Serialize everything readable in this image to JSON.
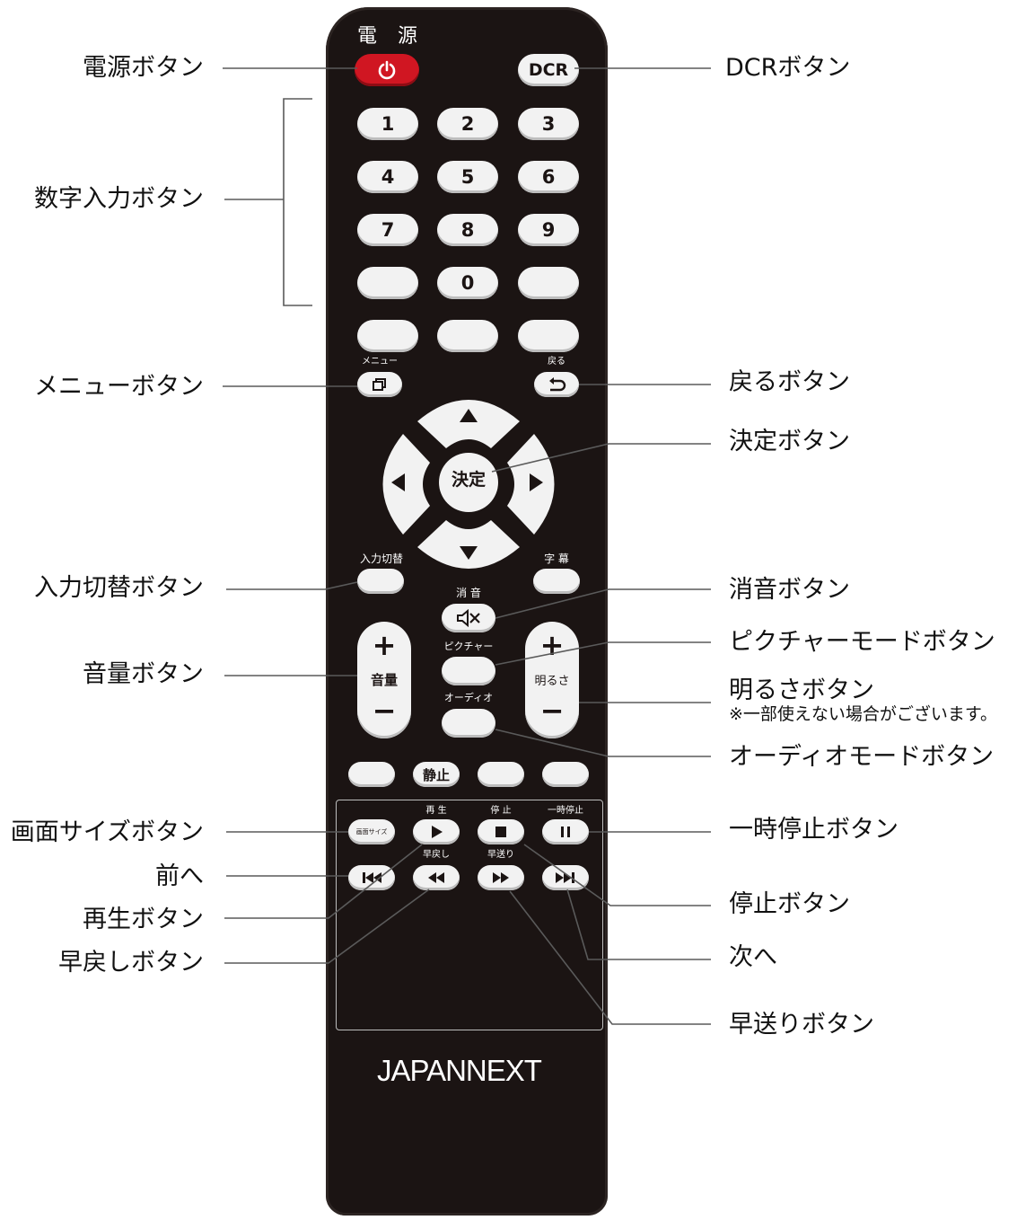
{
  "labels": {
    "power": "電源ボタン",
    "dcr": "DCRボタン",
    "number": "数字入力ボタン",
    "menu": "メニューボタン",
    "back": "戻るボタン",
    "ok": "決定ボタン",
    "input": "入力切替ボタン",
    "mute": "消音ボタン",
    "picture": "ピクチャーモードボタン",
    "volume": "音量ボタン",
    "brightness": "明るさボタン",
    "brightness_note": "※一部使えない場合がございます。",
    "audio": "オーディオモードボタン",
    "screen_size": "画面サイズボタン",
    "pause": "一時停止ボタン",
    "prev": "前へ",
    "play": "再生ボタン",
    "stop": "停止ボタン",
    "rewind": "早戻しボタン",
    "next": "次へ",
    "forward": "早送りボタン"
  },
  "remote": {
    "power_caption": "電 源",
    "dcr": "DCR",
    "digits": [
      "1",
      "2",
      "3",
      "4",
      "5",
      "6",
      "7",
      "8",
      "9",
      "0"
    ],
    "menu_caption": "メニュー",
    "back_caption": "戻る",
    "ok": "決定",
    "input_caption": "入力切替",
    "subtitle_caption": "字 幕",
    "mute_caption": "消 音",
    "picture_caption": "ピクチャー",
    "audio_caption": "オーディオ",
    "volume_plus": "+",
    "volume_label": "音量",
    "volume_minus": "−",
    "brightness_plus": "+",
    "brightness_label": "明るさ",
    "brightness_minus": "−",
    "freeze": "静止",
    "screen_size_btn": "画面サイズ",
    "play_caption": "再 生",
    "stop_caption": "停 止",
    "pause_caption": "一時停止",
    "rewind_caption": "早戻し",
    "forward_caption": "早送り",
    "logo": "JAPANNEXT"
  },
  "colors": {
    "body": "#1b1413",
    "button": "#f2f2f2",
    "power": "#d01622",
    "leader": "#5a5a5a"
  }
}
